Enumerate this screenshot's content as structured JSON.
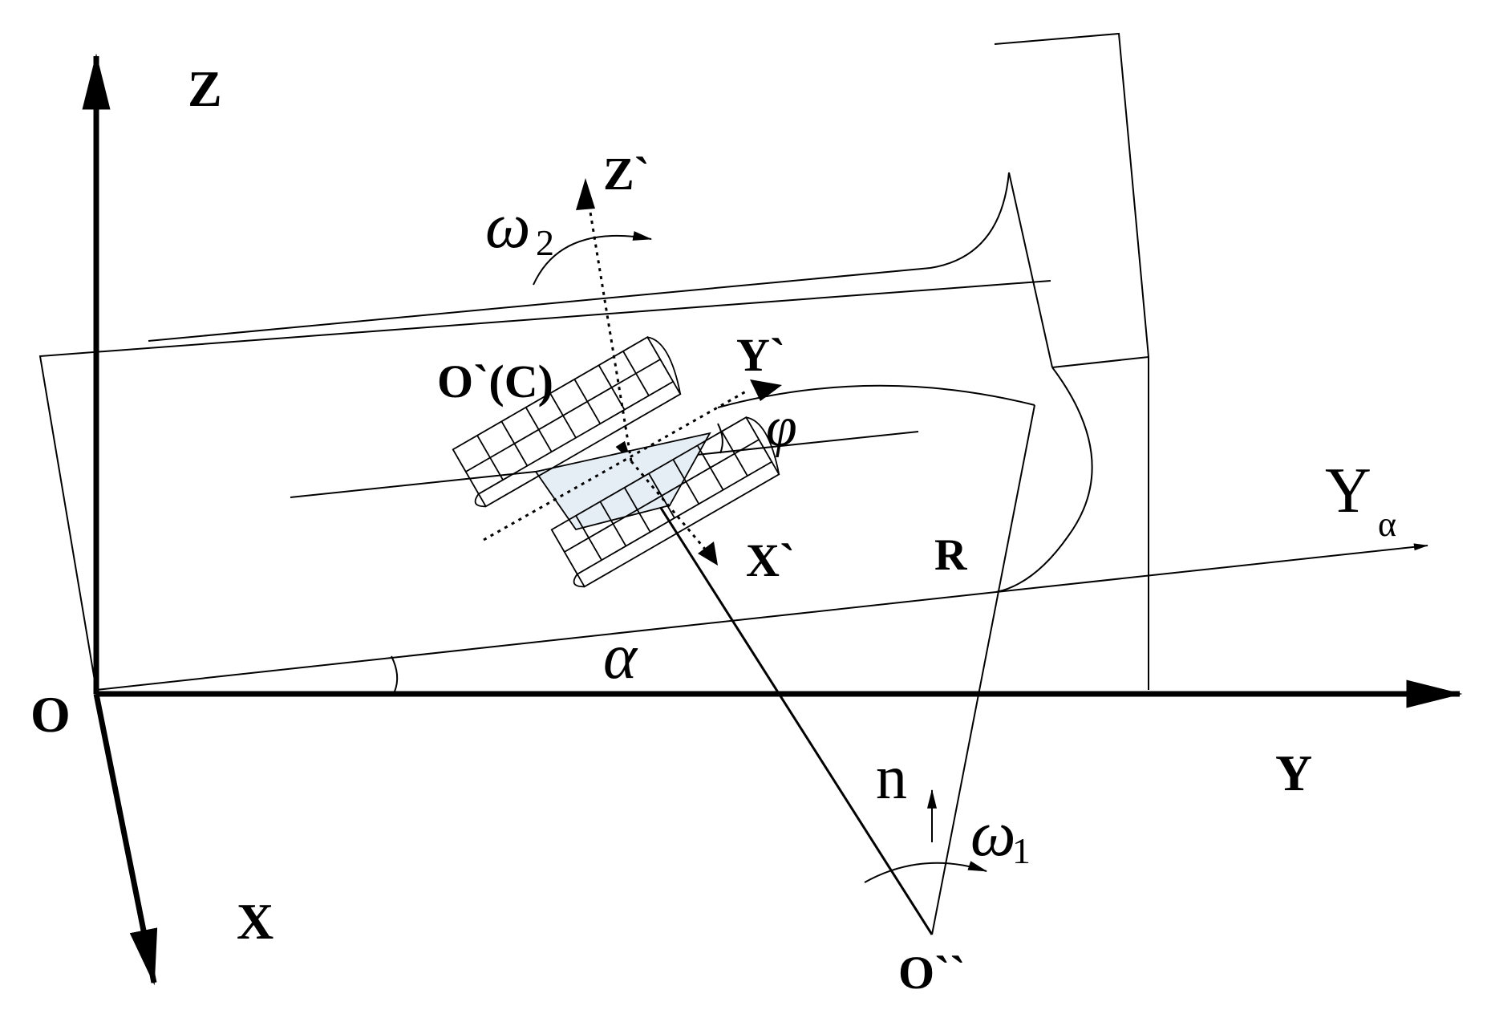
{
  "labels": {
    "z_axis": "Z",
    "y_axis": "Y",
    "x_axis": "X",
    "origin": "O",
    "z_prime": "Z`",
    "y_prime": "Y`",
    "x_prime": "X`",
    "origin_prime": "O`(C)",
    "origin_double_prime": "O``",
    "y_alpha": "Y",
    "y_alpha_sub": "α",
    "omega": "ω",
    "omega2_sub": "2",
    "omega1_sub": "1",
    "phi": "φ",
    "alpha": "α",
    "radius": "R",
    "normal": "n"
  },
  "colors": {
    "stroke": "#000000",
    "shade": "#e6eef5"
  }
}
